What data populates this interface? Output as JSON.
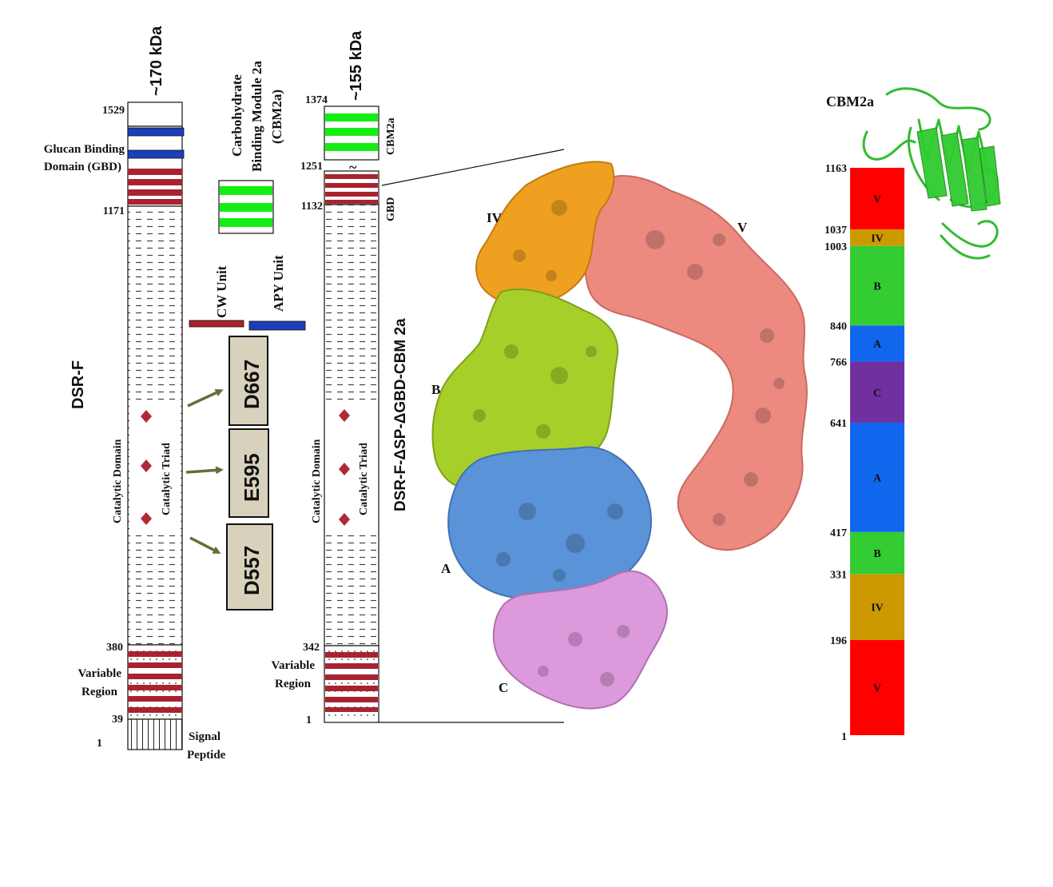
{
  "colors": {
    "gbd_red": "#a8232f",
    "apy_blue": "#1b3fb8",
    "cbm_green": "#14ee14",
    "residue_box": "#d8d2bc",
    "diamond": "#b02a35",
    "arrow": "#6b6b3a",
    "domain_V": "#ff0000",
    "domain_IV": "#cc9900",
    "domain_B": "#33cc33",
    "domain_A": "#1166ee",
    "domain_C": "#7030a0",
    "surface_IV": "#f0a020",
    "surface_V": "#ec8a80",
    "surface_B": "#a6cf2a",
    "surface_A": "#5b93d8",
    "surface_C": "#dc99dc",
    "cbm_ribbon": "#33bb33"
  },
  "left_column": {
    "mass": "~170 kDa",
    "name": "DSR-F",
    "ticks": {
      "t1529": "1529",
      "t1171": "1171",
      "t380": "380",
      "t39": "39",
      "t1": "1"
    },
    "gbd_label_1": "Glucan Binding",
    "gbd_label_2": "Domain (GBD)",
    "catalytic_label": "Catalytic Domain",
    "triad_label": "Catalytic  Triad",
    "variable_1": "Variable",
    "variable_2": "Region",
    "signal_1": "Signal",
    "signal_2": "Peptide"
  },
  "legend": {
    "cbm_1": "Carbohydrate",
    "cbm_2": "Binding Module 2a",
    "cbm_3": "(CBM2a)",
    "cw_unit": "CW Unit",
    "apy_unit": "APY Unit"
  },
  "residues": [
    "D667",
    "E595",
    "D557"
  ],
  "right_column": {
    "mass": "~155 kDa",
    "name": "DSR-F-ΔSP-ΔGBD-CBM 2a",
    "ticks": {
      "t1374": "1374",
      "t1251": "1251",
      "t1132": "1132",
      "t342": "342",
      "t1": "1"
    },
    "cbm_label": "CBM2a",
    "gbd_label": "GBD",
    "tilde": "~",
    "catalytic_label": "Catalytic Domain",
    "triad_label": "Catalytic  Triad",
    "variable_1": "Variable",
    "variable_2": "Region"
  },
  "structure_labels": {
    "IV": "IV",
    "V": "V",
    "B": "B",
    "A": "A",
    "C": "C"
  },
  "domain_bar": {
    "cbm_title": "CBM2a",
    "segments": [
      {
        "label": "V",
        "start": "1163",
        "color": "#ff0000"
      },
      {
        "label": "IV",
        "start": "1037",
        "color": "#cc9900"
      },
      {
        "label": "B",
        "start": "1003",
        "color": "#33cc33"
      },
      {
        "label": "A",
        "start": "840",
        "color": "#1166ee"
      },
      {
        "label": "C",
        "start": "766",
        "color": "#7030a0"
      },
      {
        "label": "A",
        "start": "641",
        "color": "#1166ee"
      },
      {
        "label": "B",
        "start": "417",
        "color": "#33cc33"
      },
      {
        "label": "IV",
        "start": "331",
        "color": "#cc9900"
      },
      {
        "label": "V",
        "start": "196",
        "color": "#ff0000"
      }
    ],
    "bottom_tick": "1"
  }
}
